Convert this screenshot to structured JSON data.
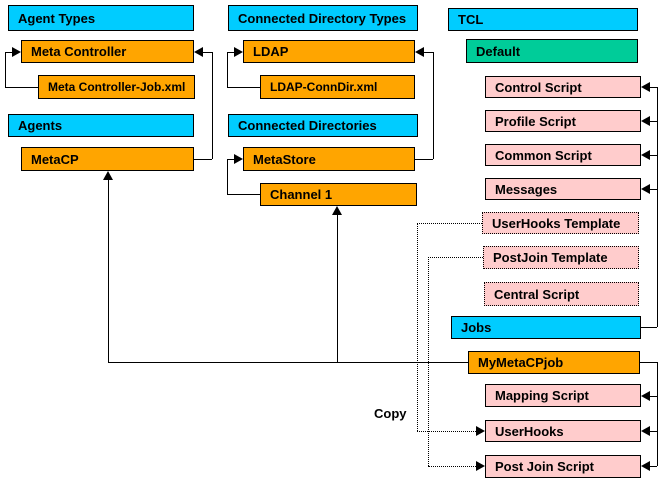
{
  "colors": {
    "category_header": "#00CCFF",
    "entity": "#FFA500",
    "default_group": "#00CC99",
    "script": "#FFCCCC",
    "background": "#FFFFFF",
    "line": "#000000"
  },
  "nodes": {
    "agent_types": "Agent Types",
    "meta_controller": "Meta Controller",
    "meta_controller_job_xml": "Meta Controller-Job.xml",
    "agents": "Agents",
    "metacp": "MetaCP",
    "connected_directory_types": "Connected Directory Types",
    "ldap": "LDAP",
    "ldap_conndir_xml": "LDAP-ConnDir.xml",
    "connected_directories": "Connected Directories",
    "metastore": "MetaStore",
    "channel_1": "Channel 1",
    "tcl": "TCL",
    "default": "Default",
    "control_script": "Control Script",
    "profile_script": "Profile Script",
    "common_script": "Common Script",
    "messages": "Messages",
    "userhooks_template": "UserHooks Template",
    "postjoin_template": "PostJoin Template",
    "central_script": "Central Script",
    "jobs": "Jobs",
    "mymetacpjob": "MyMetaCPjob",
    "mapping_script": "Mapping Script",
    "userhooks": "UserHooks",
    "post_join_script": "Post Join Script"
  },
  "annotations": {
    "copy_label": "Copy"
  }
}
